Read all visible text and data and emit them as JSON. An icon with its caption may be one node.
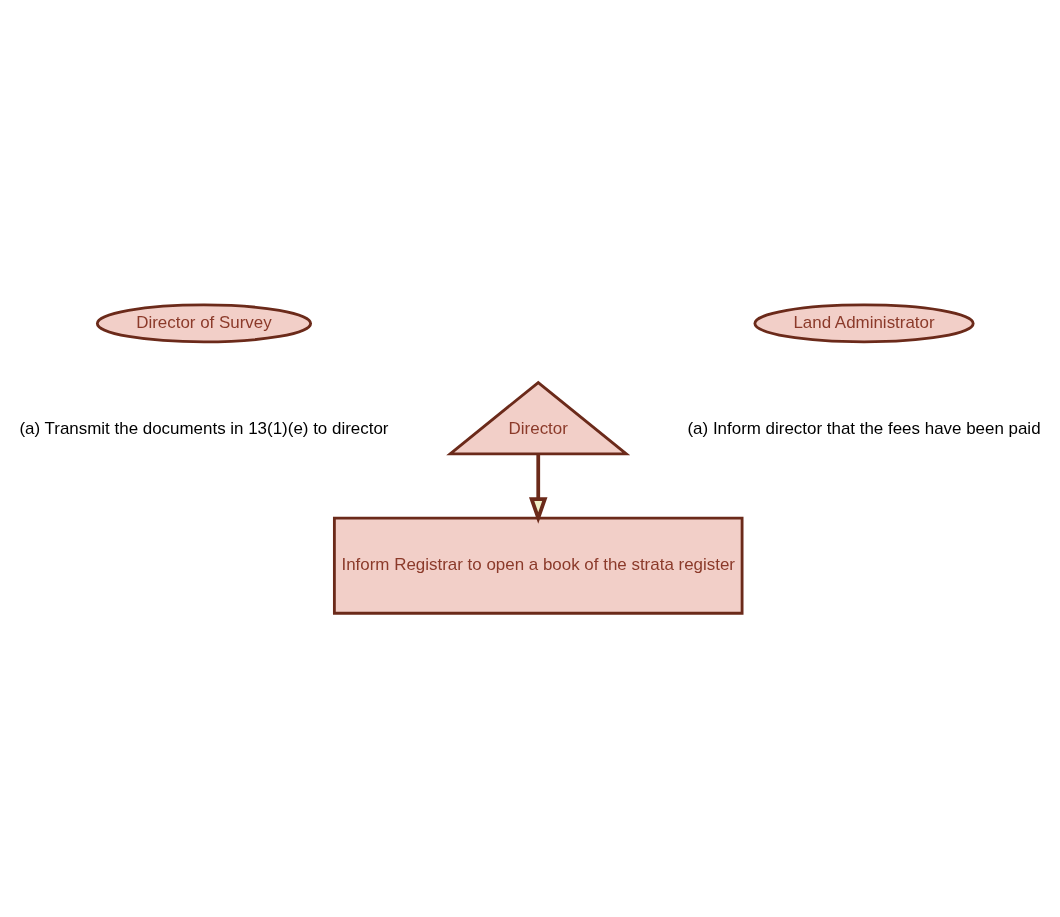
{
  "diagram": {
    "nodes": [
      {
        "text": [
          "Director of Survey"
        ]
      },
      {
        "text": [
          "Land Administrator"
        ]
      },
      {
        "text": [
          "Director"
        ]
      },
      {
        "text": [
          "Inform Registrar to open a book of the strata register"
        ]
      }
    ],
    "edges": [
      {
        "from": 2,
        "to": 3,
        "arrow": "to"
      }
    ],
    "labels": [
      "(a) Transmit the documents in 13(1)(e) to director",
      "(a) Inform director that the fees have been paid"
    ]
  }
}
